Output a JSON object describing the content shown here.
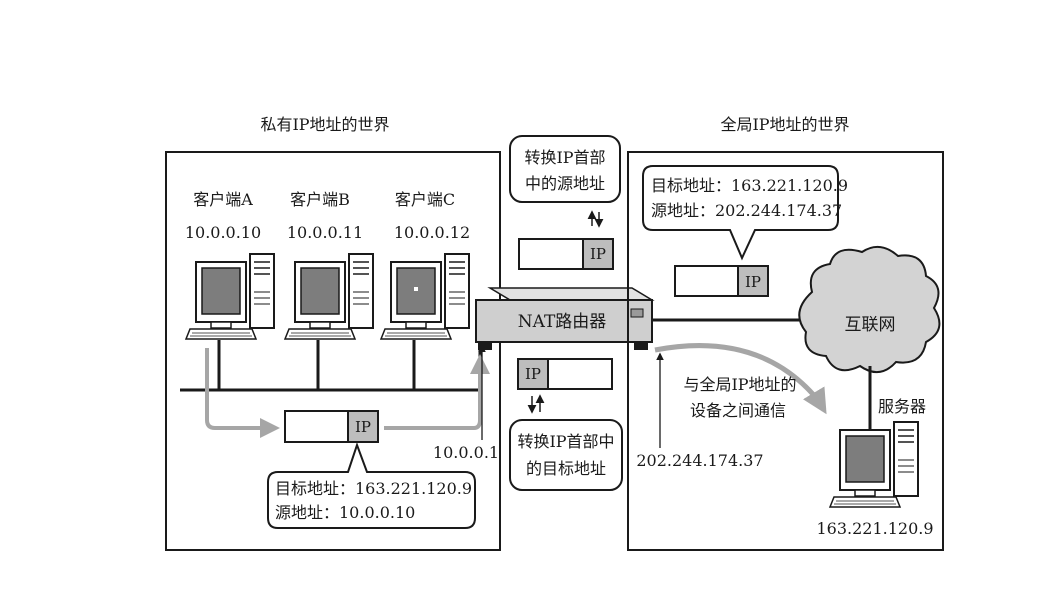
{
  "private_world": {
    "title": "私有IP地址的世界",
    "clients": [
      {
        "name": "客户端A",
        "ip": "10.0.0.10"
      },
      {
        "name": "客户端B",
        "ip": "10.0.0.11"
      },
      {
        "name": "客户端C",
        "ip": "10.0.0.12"
      }
    ],
    "packet_label": "IP",
    "callout": {
      "dest": "目标地址：163.221.120.9",
      "src": "源地址：10.0.0.10"
    },
    "router_inner_ip": "10.0.0.1"
  },
  "router": {
    "label": "NAT路由器",
    "top_callout": [
      "转换IP首部",
      "中的源地址"
    ],
    "bottom_callout": [
      "转换IP首部中",
      "的目标地址"
    ],
    "top_packet_label": "IP",
    "bottom_packet_label": "IP",
    "outer_ip": "202.244.174.37"
  },
  "global_world": {
    "title": "全局IP地址的世界",
    "callout": {
      "dest": "目标地址：163.221.120.9",
      "src": "源地址：202.244.174.37"
    },
    "packet_label": "IP",
    "internet_label": "互联网",
    "note": [
      "与全局IP地址的",
      "设备之间通信"
    ],
    "server_label": "服务器",
    "server_ip": "163.221.120.9"
  },
  "colors": {
    "ink": "#1a1a1a",
    "box_grey": "#bdbdbd",
    "arrow_grey": "#a6a6a6",
    "screen": "#7d7d7d",
    "router": "#cfcfcf",
    "cloud": "#d3d3d3"
  }
}
